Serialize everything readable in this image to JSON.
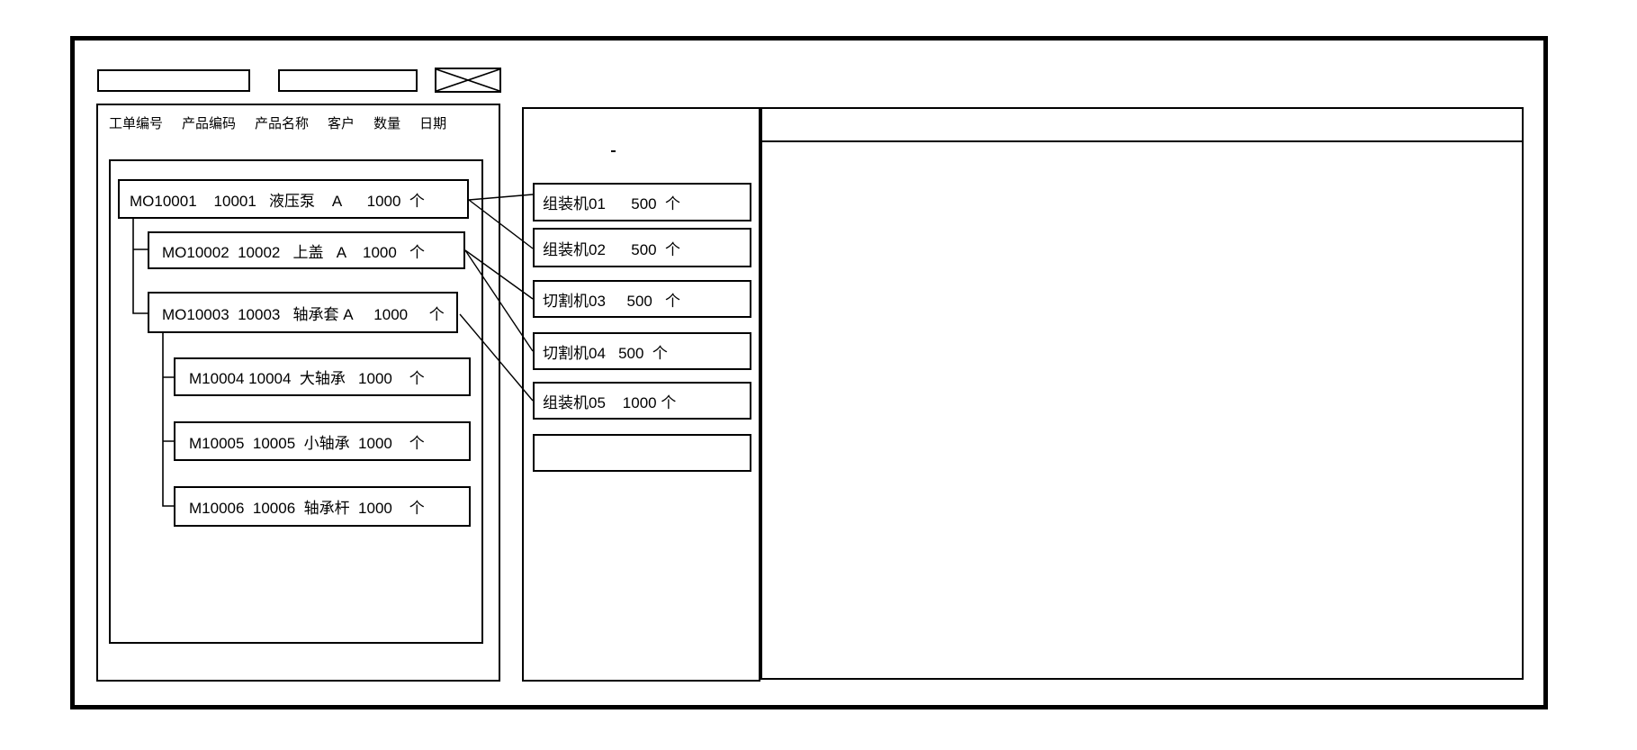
{
  "colors": {
    "stroke": "#000000",
    "background": "#ffffff"
  },
  "toolbar": {
    "field1_value": "",
    "field2_value": "",
    "placeholder_icon": "x-crossed-box"
  },
  "order_panel": {
    "columns": [
      "工单编号",
      "产品编码",
      "产品名称",
      "客户",
      "数量",
      "日期"
    ],
    "rows": [
      {
        "level": 1,
        "order_no": "MO10001",
        "product_code": "10001",
        "product_name": "液压泵",
        "customer": "A",
        "qty": "1000",
        "unit": "个",
        "text": "MO10001    10001   液压泵    A      1000  个"
      },
      {
        "level": 2,
        "order_no": "MO10002",
        "product_code": "10002",
        "product_name": "上盖",
        "customer": "A",
        "qty": "1000",
        "unit": "个",
        "text": "MO10002  10002   上盖   A    1000   个"
      },
      {
        "level": 2,
        "order_no": "MO10003",
        "product_code": "10003",
        "product_name": "轴承套",
        "customer": "A",
        "qty": "1000",
        "unit": "个",
        "text": "MO10003  10003   轴承套 A     1000     个"
      },
      {
        "level": 3,
        "order_no": "M10004",
        "product_code": "10004",
        "product_name": "大轴承",
        "customer": "",
        "qty": "1000",
        "unit": "个",
        "text": "M10004 10004  大轴承   1000    个"
      },
      {
        "level": 3,
        "order_no": "M10005",
        "product_code": "10005",
        "product_name": "小轴承",
        "customer": "",
        "qty": "1000",
        "unit": "个",
        "text": "M10005  10005  小轴承  1000    个"
      },
      {
        "level": 3,
        "order_no": "M10006",
        "product_code": "10006",
        "product_name": "轴承杆",
        "customer": "",
        "qty": "1000",
        "unit": "个",
        "text": "M10006  10006  轴承杆  1000    个"
      }
    ]
  },
  "machine_panel": {
    "dot_mark": "-",
    "machines": [
      {
        "name": "组装机01",
        "qty": "500",
        "unit": "个",
        "text": "组装机01      500  个"
      },
      {
        "name": "组装机02",
        "qty": "500",
        "unit": "个",
        "text": "组装机02      500  个"
      },
      {
        "name": "切割机03",
        "qty": "500",
        "unit": "个",
        "text": "切割机03     500   个"
      },
      {
        "name": "切割机04",
        "qty": "500",
        "unit": "个",
        "text": "切割机04   500  个"
      },
      {
        "name": "组装机05",
        "qty": "1000",
        "unit": "个",
        "text": "组装机05    1000 个"
      },
      {
        "name": "",
        "qty": "",
        "unit": "",
        "text": ""
      }
    ]
  },
  "connections": [
    {
      "from": "MO10001",
      "to": "组装机01"
    },
    {
      "from": "MO10001",
      "to": "组装机02"
    },
    {
      "from": "MO10002",
      "to": "切割机03"
    },
    {
      "from": "MO10002",
      "to": "切割机04"
    },
    {
      "from": "MO10003",
      "to": "组装机05"
    }
  ],
  "detail_panel": {
    "content": ""
  }
}
